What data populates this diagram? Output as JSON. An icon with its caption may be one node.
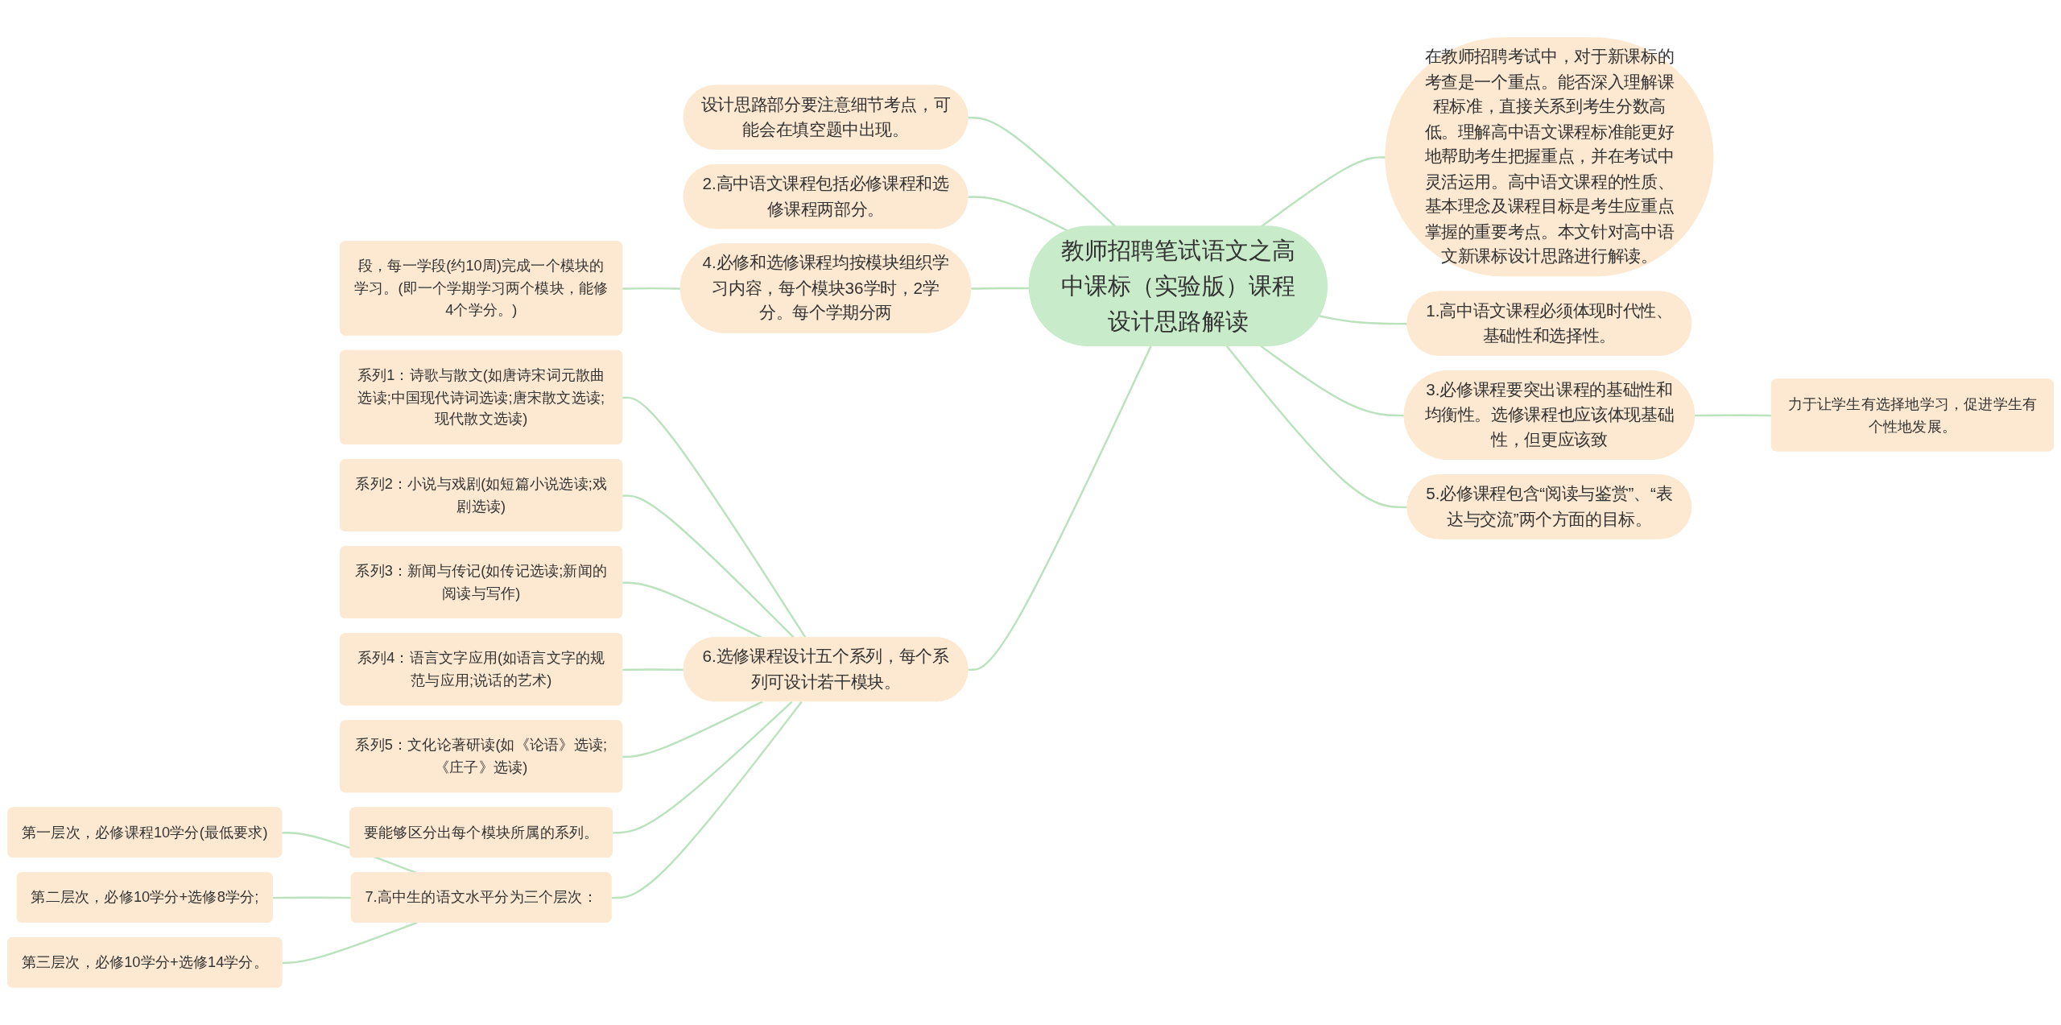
{
  "diagram": {
    "nodes": [
      {
        "text": [
          "教师招聘笔试语文之高中课标（实验版）课程设计思路解读"
        ]
      },
      {
        "text": [
          "设计思路部分要注意细节考点，可能会在填空题中出现。"
        ]
      },
      {
        "text": [
          "2.高中语文课程包括必修课程和选修课程两部分。"
        ]
      },
      {
        "text": [
          "4.必修和选修课程均按模块组织学习内容，每个模块36学时，2学分。每个学期分两"
        ]
      },
      {
        "text": [
          "段，每一学段(约10周)完成一个模块的学习。(即一个学期学习两个模块，能修4个学分。)"
        ]
      },
      {
        "text": [
          "6.选修课程设计五个系列，每个系列可设计若干模块。"
        ]
      },
      {
        "text": [
          "系列1：诗歌与散文(如唐诗宋词元散曲选读;中国现代诗词选读;唐宋散文选读;现代散文选读)"
        ]
      },
      {
        "text": [
          "系列2：小说与戏剧(如短篇小说选读;戏剧选读)"
        ]
      },
      {
        "text": [
          "系列3：新闻与传记(如传记选读;新闻的阅读与写作)"
        ]
      },
      {
        "text": [
          "系列4：语言文字应用(如语言文字的规范与应用;说话的艺术)"
        ]
      },
      {
        "text": [
          "系列5：文化论著研读(如《论语》选读;《庄子》选读)"
        ]
      },
      {
        "text": [
          "要能够区分出每个模块所属的系列。"
        ]
      },
      {
        "text": [
          "7.高中生的语文水平分为三个层次："
        ]
      },
      {
        "text": [
          "第一层次，必修课程10学分(最低要求)"
        ]
      },
      {
        "text": [
          "第二层次，必修10学分+选修8学分;"
        ]
      },
      {
        "text": [
          "第三层次，必修10学分+选修14学分。"
        ]
      },
      {
        "text": [
          "在教师招聘考试中，对于新课标的考查是一个重点。能否深入理解课程标准，直接关系到考生分数高低。理解高中语文课程标准能更好地帮助考生把握重点，并在考试中灵活运用。高中语文课程的性质、基本理念及课程目标是考生应重点掌握的重要考点。本文针对高中语文新课标设计思路进行解读。"
        ]
      },
      {
        "text": [
          "1.高中语文课程必须体现时代性、基础性和选择性。"
        ]
      },
      {
        "text": [
          "3.必修课程要突出课程的基础性和均衡性。选修课程也应该体现基础性，但更应该致"
        ]
      },
      {
        "text": [
          "力于让学生有选择地学习，促进学生有个性地发展。"
        ]
      },
      {
        "text": [
          "5.必修课程包含“阅读与鉴赏”、“表达与交流”两个方面的目标。"
        ]
      }
    ],
    "edges": [
      {
        "from": 1,
        "to": 0,
        "arrow": "none"
      },
      {
        "from": 2,
        "to": 0,
        "arrow": "none"
      },
      {
        "from": 3,
        "to": 0,
        "arrow": "none"
      },
      {
        "from": 4,
        "to": 3,
        "arrow": "none"
      },
      {
        "from": 5,
        "to": 0,
        "arrow": "none"
      },
      {
        "from": 6,
        "to": 5,
        "arrow": "none"
      },
      {
        "from": 7,
        "to": 5,
        "arrow": "none"
      },
      {
        "from": 8,
        "to": 5,
        "arrow": "none"
      },
      {
        "from": 9,
        "to": 5,
        "arrow": "none"
      },
      {
        "from": 10,
        "to": 5,
        "arrow": "none"
      },
      {
        "from": 11,
        "to": 5,
        "arrow": "none"
      },
      {
        "from": 12,
        "to": 5,
        "arrow": "none"
      },
      {
        "from": 13,
        "to": 12,
        "arrow": "none"
      },
      {
        "from": 14,
        "to": 12,
        "arrow": "none"
      },
      {
        "from": 15,
        "to": 12,
        "arrow": "none"
      },
      {
        "from": 0,
        "to": 16,
        "arrow": "none"
      },
      {
        "from": 0,
        "to": 17,
        "arrow": "none"
      },
      {
        "from": 0,
        "to": 18,
        "arrow": "none"
      },
      {
        "from": 18,
        "to": 19,
        "arrow": "none"
      },
      {
        "from": 0,
        "to": 20,
        "arrow": "none"
      }
    ]
  }
}
